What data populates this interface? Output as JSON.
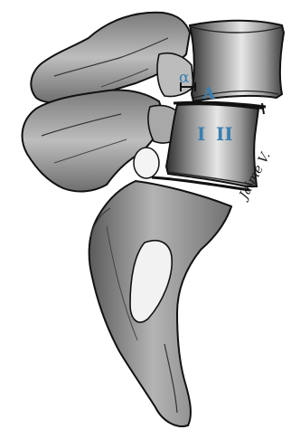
{
  "labels": {
    "alpha": "α",
    "a": "A",
    "i": "I",
    "ii": "II"
  },
  "signature": "Jaime V.",
  "colors": {
    "label_blue": "#3a7fb0",
    "bone_light": "#d9d9d9",
    "bone_mid": "#9e9e9e",
    "bone_dark": "#4a4a4a",
    "outline": "#111111"
  }
}
